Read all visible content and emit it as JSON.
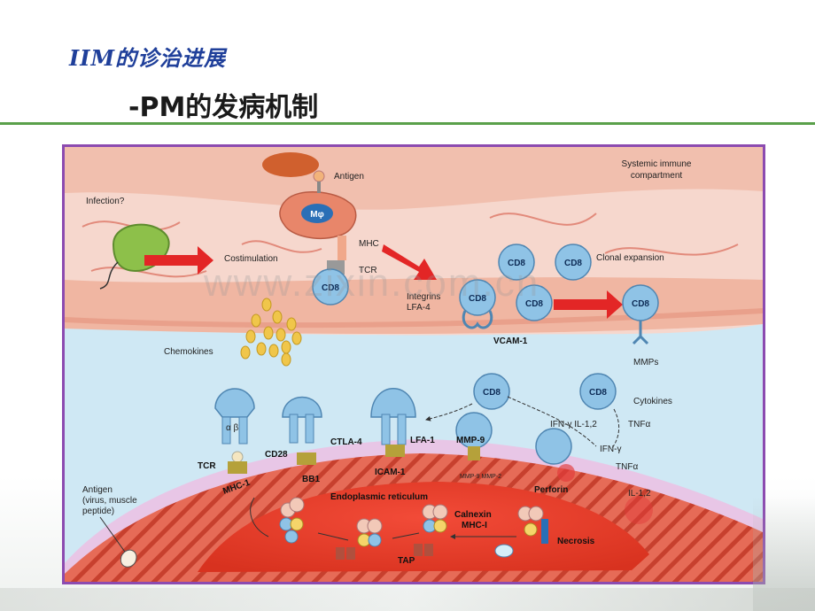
{
  "header": {
    "title": "IIM的诊治进展",
    "subtitle": "-PM的发病机制"
  },
  "watermark": "www.zixin.com.cn",
  "diagram": {
    "labels": {
      "antigen_top": "Antigen",
      "systemic": "Systemic immune compartment",
      "infection": "Infection?",
      "mphi": "Mφ",
      "mhc": "MHC",
      "tcr_top": "TCR",
      "costimulation": "Costimulation",
      "clonal_expansion": "Clonal expansion",
      "integrins": "Integrins",
      "lfa4": "LFA-4",
      "vcam1": "VCAM-1",
      "mmps": "MMPs",
      "chemokines": "Chemokines",
      "cytokines": "Cytokines",
      "ifn_il": "IFN-γ  IL-1,2",
      "tnfa_top": "TNFα",
      "ifn_g": "IFN-γ",
      "tnfa": "TNFα",
      "il12": "IL-1,2",
      "alpha_beta": "α  β",
      "tcr": "TCR",
      "cd28": "CD28",
      "ctla4": "CTLA-4",
      "lfa1": "LFA-1",
      "mmp9": "MMP-9",
      "mhc1": "MHC-1",
      "bb1": "BB1",
      "icam1": "ICAM-1",
      "mmp_small": "MMP-9 MMP-2",
      "perforin": "Perforin",
      "er": "Endoplasmic reticulum",
      "antigen_bottom": "Antigen (virus, muscle peptide)",
      "calnexin": "Calnexin",
      "mhc_i": "MHC-I",
      "necrosis": "Necrosis",
      "tap": "TAP"
    },
    "cd8_label": "CD8"
  },
  "colors": {
    "title_blue": "#1f3f9a",
    "divider_green": "#5aa04a",
    "frame_purple": "#8c4bb0",
    "cell_blue": "#8fc3e6",
    "arrow_red": "#e32626",
    "tissue_pink": "#f3c7bb"
  }
}
